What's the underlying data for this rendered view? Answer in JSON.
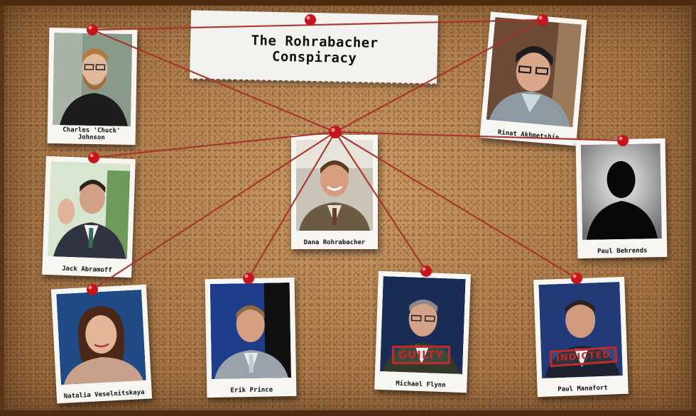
{
  "title": "The Rohrabacher Conspiracy",
  "colors": {
    "string": "#a8322c",
    "pin": "#c4161c",
    "cork": "#b9824e",
    "stamp": "#c02a2a"
  },
  "people": {
    "center": {
      "name": "Dana Rohrabacher"
    },
    "johnson": {
      "name": "Charles 'Chuck' Johnson"
    },
    "akhmetshin": {
      "name": "Rinat Akhmetshin"
    },
    "abramoff": {
      "name": "Jack Abramoff"
    },
    "behrends": {
      "name": "Paul Behrends"
    },
    "veselnitskaya": {
      "name": "Natalia Veselnitskaya"
    },
    "prince": {
      "name": "Erik Prince"
    },
    "flynn": {
      "name": "Michael Flynn",
      "stamp": "GUILTY"
    },
    "manafort": {
      "name": "Paul Manafort",
      "stamp": "INDICTED"
    }
  },
  "icons": {
    "pin": "pushpin-icon",
    "silhouette": "silhouette-icon"
  }
}
